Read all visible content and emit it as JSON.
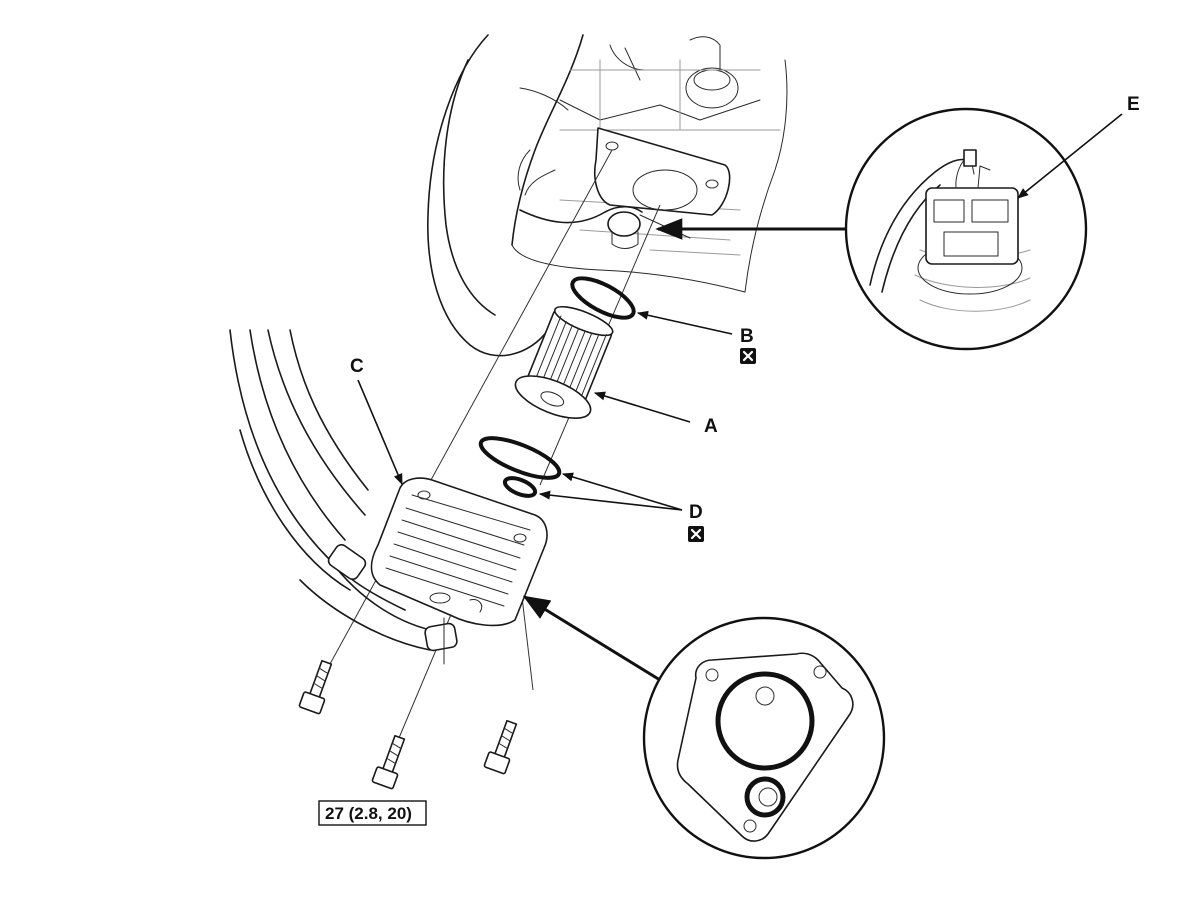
{
  "labels": {
    "a": "A",
    "b": "B",
    "c": "C",
    "d": "D",
    "e": "E"
  },
  "torque_spec": "27 (2.8, 20)",
  "symbols": {
    "replace_icon": "boxed-x-icon"
  },
  "colors": {
    "line": "#111111",
    "background": "#ffffff"
  }
}
